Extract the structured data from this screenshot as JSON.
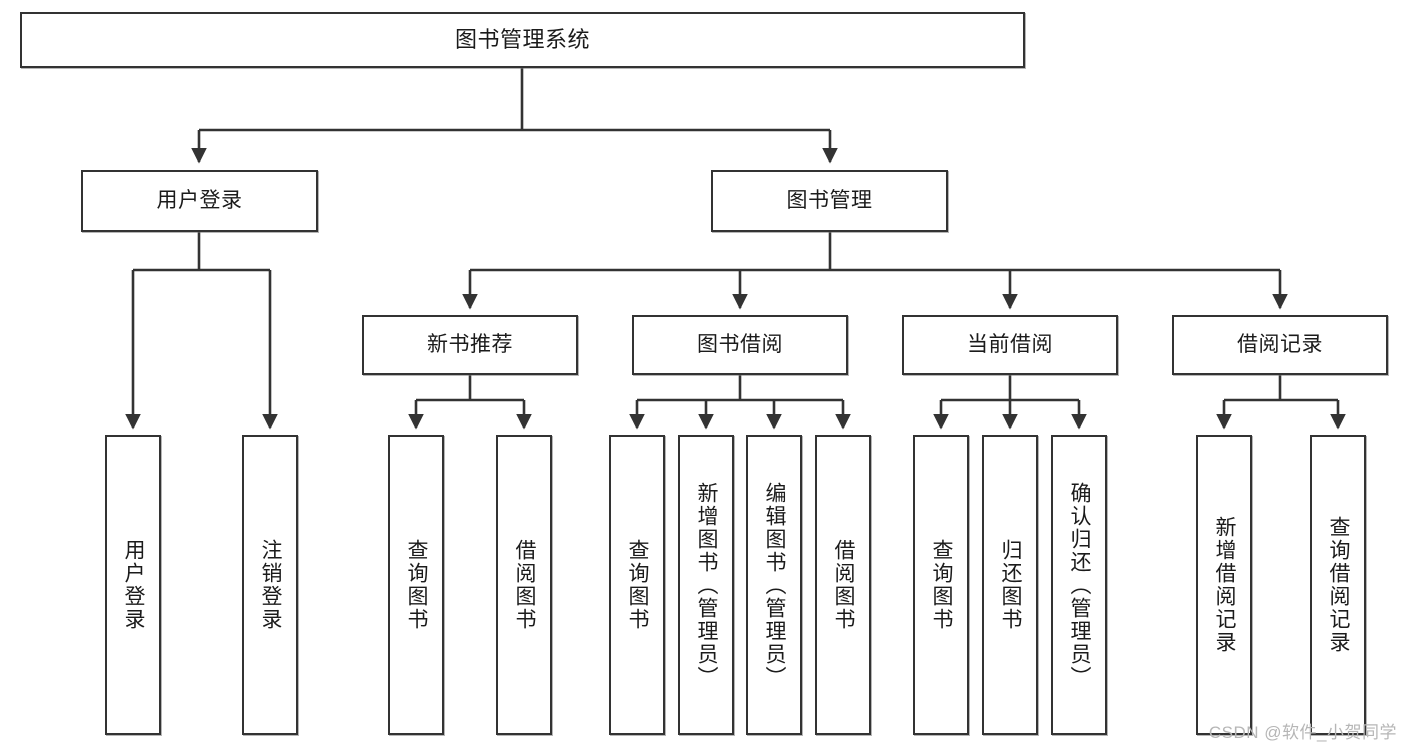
{
  "diagram": {
    "title": "图书管理系统",
    "type": "tree-hierarchy-chart",
    "colors": {
      "stroke": "#333333",
      "fill": "#ffffff",
      "text": "#1b1b1b",
      "watermark": "#b6b6b6"
    },
    "watermark": "CSDN @软件_小贺同学",
    "nodes": {
      "root": {
        "label": "图书管理系统"
      },
      "level2": [
        {
          "id": "user-login",
          "label": "用户登录"
        },
        {
          "id": "book-management",
          "label": "图书管理"
        }
      ],
      "level3": [
        {
          "id": "new-book-recommend",
          "label": "新书推荐"
        },
        {
          "id": "book-borrow",
          "label": "图书借阅"
        },
        {
          "id": "current-borrow",
          "label": "当前借阅"
        },
        {
          "id": "borrow-record",
          "label": "借阅记录"
        }
      ],
      "leaves": {
        "user_login": [
          {
            "id": "leaf-user-login",
            "label": "用户登录"
          },
          {
            "id": "leaf-user-logout",
            "label": "注销登录"
          }
        ],
        "new_book_recommend": [
          {
            "id": "leaf-query-book-1",
            "label": "查询图书"
          },
          {
            "id": "leaf-borrow-book-1",
            "label": "借阅图书"
          }
        ],
        "book_borrow": [
          {
            "id": "leaf-query-book-2",
            "label": "查询图书"
          },
          {
            "id": "leaf-add-book",
            "label": "新增图书（管理员）"
          },
          {
            "id": "leaf-edit-book",
            "label": "编辑图书（管理员）"
          },
          {
            "id": "leaf-borrow-book-2",
            "label": "借阅图书"
          }
        ],
        "current_borrow": [
          {
            "id": "leaf-query-book-3",
            "label": "查询图书"
          },
          {
            "id": "leaf-return-book",
            "label": "归还图书"
          },
          {
            "id": "leaf-confirm-return",
            "label": "确认归还（管理员）"
          }
        ],
        "borrow_record": [
          {
            "id": "leaf-add-record",
            "label": "新增借阅记录"
          },
          {
            "id": "leaf-query-record",
            "label": "查询借阅记录"
          }
        ]
      }
    }
  }
}
